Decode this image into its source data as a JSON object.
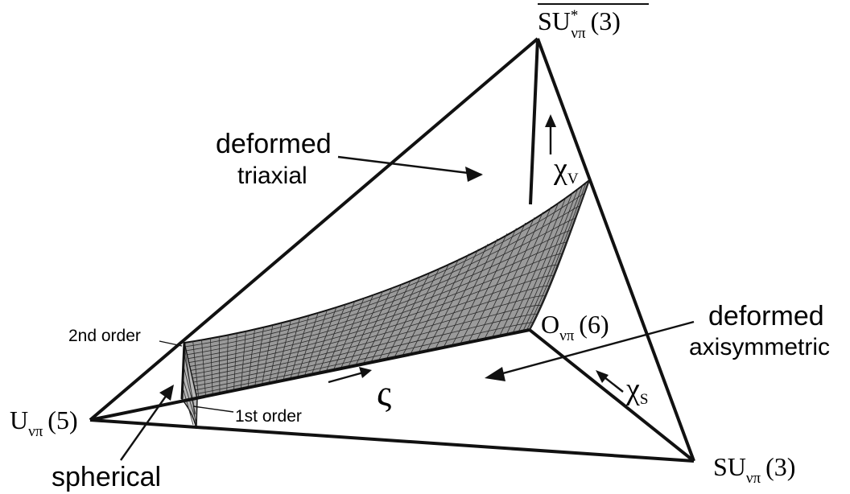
{
  "vertices": {
    "top": {
      "main": "SU",
      "sup": "*",
      "sub": "νπ",
      "arg": "(3)"
    },
    "left": {
      "main": "U",
      "sub": "νπ",
      "arg": "(5)"
    },
    "right": {
      "main": "SU",
      "sub": "νπ",
      "arg": "(3)"
    },
    "inner": {
      "main": "O",
      "sub": "νπ",
      "arg": "(6)"
    }
  },
  "regions": {
    "triaxial_line1": "deformed",
    "triaxial_line2": "triaxial",
    "axisym_line1": "deformed",
    "axisym_line2": "axisymmetric",
    "spherical": "spherical"
  },
  "transitions": {
    "second_order": "2nd order",
    "first_order": "1st order"
  },
  "parameters": {
    "chi_v": {
      "symbol": "χ",
      "sub": "V"
    },
    "chi_s": {
      "symbol": "χ",
      "sub": "S"
    },
    "zeta": "ς"
  },
  "colors": {
    "lines": "#111111",
    "surface_fill": "#9a9a9a",
    "surface_grid": "#2a2a2a"
  }
}
